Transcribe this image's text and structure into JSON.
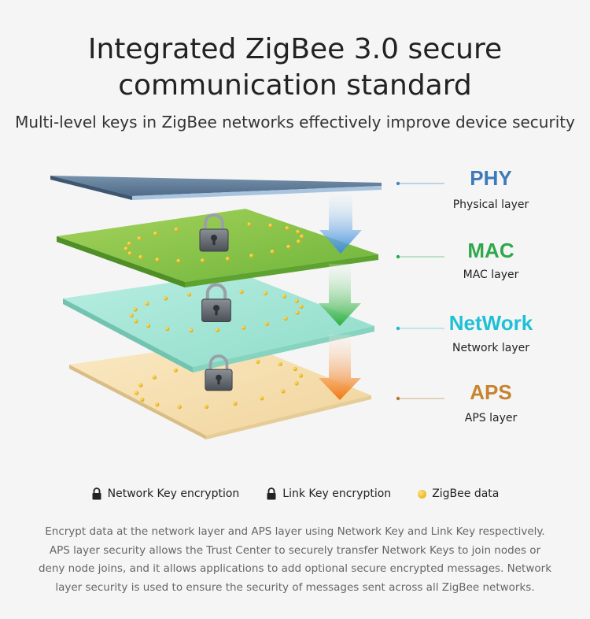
{
  "header": {
    "title_line1": "Integrated ZigBee 3.0 secure",
    "title_line2": "communication standard",
    "subtitle": "Multi-level keys in ZigBee networks effectively improve device security"
  },
  "layers": [
    {
      "name": "PHY",
      "description": "Physical layer",
      "color": "#3d7bb8",
      "plate_color": "#6a8aa6"
    },
    {
      "name": "MAC",
      "description": "MAC layer",
      "color": "#2fa84a",
      "plate_color": "#7cbf3a"
    },
    {
      "name": "NetWork",
      "description": "Network layer",
      "color": "#1fc0d6",
      "plate_color": "#9be4d2"
    },
    {
      "name": "APS",
      "description": "APS layer",
      "color": "#c8832e",
      "plate_color": "#f5ddb0"
    }
  ],
  "legend": {
    "network_key": "Network Key encryption",
    "link_key": "Link Key encryption",
    "zigbee_data": "ZigBee data"
  },
  "description": "Encrypt data at the network layer and APS layer using Network Key and Link Key respectively. APS layer security allows the Trust Center to securely transfer Network Keys to join nodes or deny node joins, and it allows applications to add optional secure encrypted messages. Network layer security is used to ensure the security of messages sent across all ZigBee networks."
}
